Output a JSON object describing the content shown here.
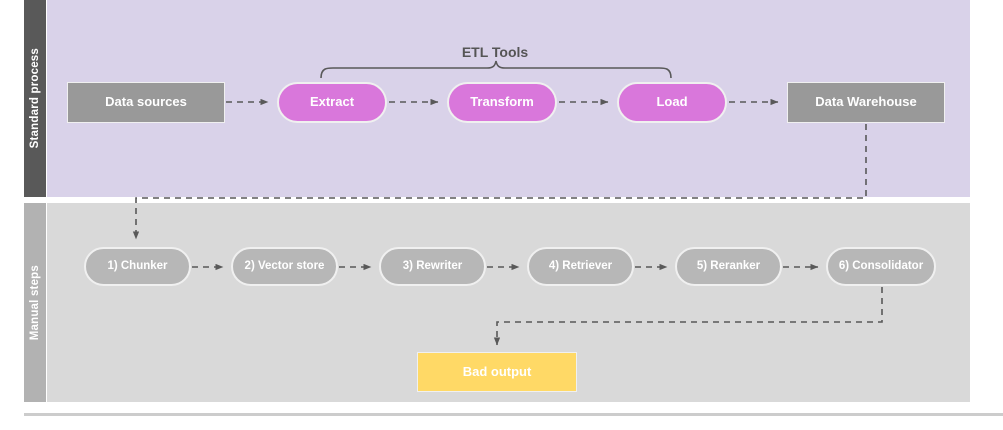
{
  "diagram": {
    "title_visible": false,
    "lanes": [
      {
        "id": "standard",
        "label": "Standard process",
        "band_color": "#d9d2e9",
        "strip_color": "#595959"
      },
      {
        "id": "manual",
        "label": "Manual steps",
        "band_color": "#d9d9d9",
        "strip_color": "#b2b2b2"
      }
    ],
    "annotations": [
      {
        "id": "etl-brace-label",
        "label": "ETL Tools",
        "color": "#555555"
      }
    ],
    "standard_process_nodes": [
      {
        "id": "data-sources",
        "label": "Data sources",
        "shape": "rect",
        "color": "#999999"
      },
      {
        "id": "extract",
        "label": "Extract",
        "shape": "pill",
        "color": "#d977db"
      },
      {
        "id": "transform",
        "label": "Transform",
        "shape": "pill",
        "color": "#d977db"
      },
      {
        "id": "load",
        "label": "Load",
        "shape": "pill",
        "color": "#d977db"
      },
      {
        "id": "data-warehouse",
        "label": "Data Warehouse",
        "shape": "rect",
        "color": "#999999"
      }
    ],
    "manual_steps_nodes": [
      {
        "id": "chunker",
        "label": "1) Chunker",
        "shape": "pill",
        "color": "#b7b7b7"
      },
      {
        "id": "vector-store",
        "label": "2) Vector store",
        "shape": "pill",
        "color": "#b7b7b7"
      },
      {
        "id": "rewriter",
        "label": "3) Rewriter",
        "shape": "pill",
        "color": "#b7b7b7"
      },
      {
        "id": "retriever",
        "label": "4) Retriever",
        "shape": "pill",
        "color": "#b7b7b7"
      },
      {
        "id": "reranker",
        "label": "5) Reranker",
        "shape": "pill",
        "color": "#b7b7b7"
      },
      {
        "id": "consolidator",
        "label": "6) Consolidator",
        "shape": "pill",
        "color": "#b7b7b7"
      }
    ],
    "output_nodes": [
      {
        "id": "bad-output",
        "label": "Bad output",
        "shape": "rect",
        "color": "#ffd966"
      }
    ],
    "edges": [
      {
        "from": "data-sources",
        "to": "extract",
        "style": "dashed",
        "arrow": true
      },
      {
        "from": "extract",
        "to": "transform",
        "style": "dashed",
        "arrow": true
      },
      {
        "from": "transform",
        "to": "load",
        "style": "dashed",
        "arrow": true
      },
      {
        "from": "load",
        "to": "data-warehouse",
        "style": "dashed",
        "arrow": true
      },
      {
        "from": "data-warehouse",
        "to": "chunker",
        "style": "dashed",
        "arrow": true
      },
      {
        "from": "chunker",
        "to": "vector-store",
        "style": "dashed",
        "arrow": true
      },
      {
        "from": "vector-store",
        "to": "rewriter",
        "style": "dashed",
        "arrow": true
      },
      {
        "from": "rewriter",
        "to": "retriever",
        "style": "dashed",
        "arrow": true
      },
      {
        "from": "retriever",
        "to": "reranker",
        "style": "dashed",
        "arrow": true
      },
      {
        "from": "reranker",
        "to": "consolidator",
        "style": "dashed",
        "arrow": true
      },
      {
        "from": "consolidator",
        "to": "bad-output",
        "style": "dashed",
        "arrow": true
      }
    ],
    "colors": {
      "edge": "#595959",
      "node_border": "#f0f0f0",
      "text_on_node": "#ffffff",
      "rule": "#cccccc"
    }
  }
}
